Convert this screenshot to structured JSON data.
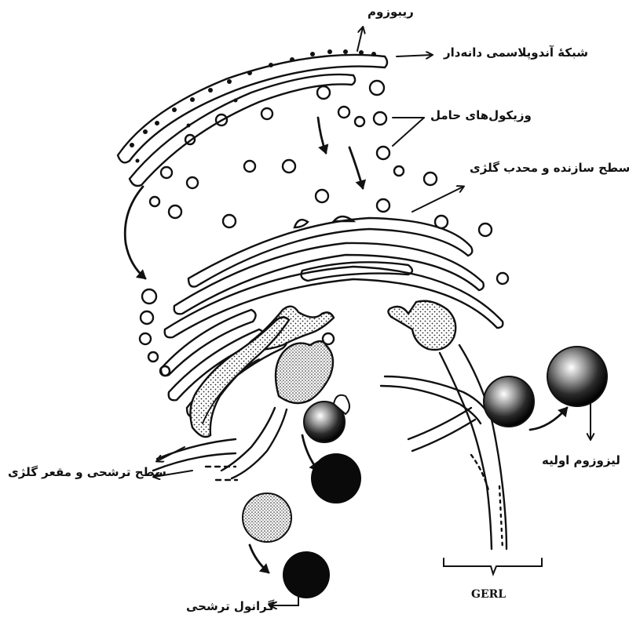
{
  "labels": {
    "ribosome": "ریبوزوم",
    "rough_er": "شبکهٔ آندوپلاسمی دانه‌دار",
    "transport_vesicles": "وزیکول‌های حامل",
    "forming_face": "سطح سازنده و محدب گلژی",
    "maturing_face": "سطح ترشحی و مقعر گلژی",
    "primary_lysosome": "لیزوزوم اولیه",
    "secretory_granule": "گرانول ترشحی",
    "gerl": "GERL"
  }
}
